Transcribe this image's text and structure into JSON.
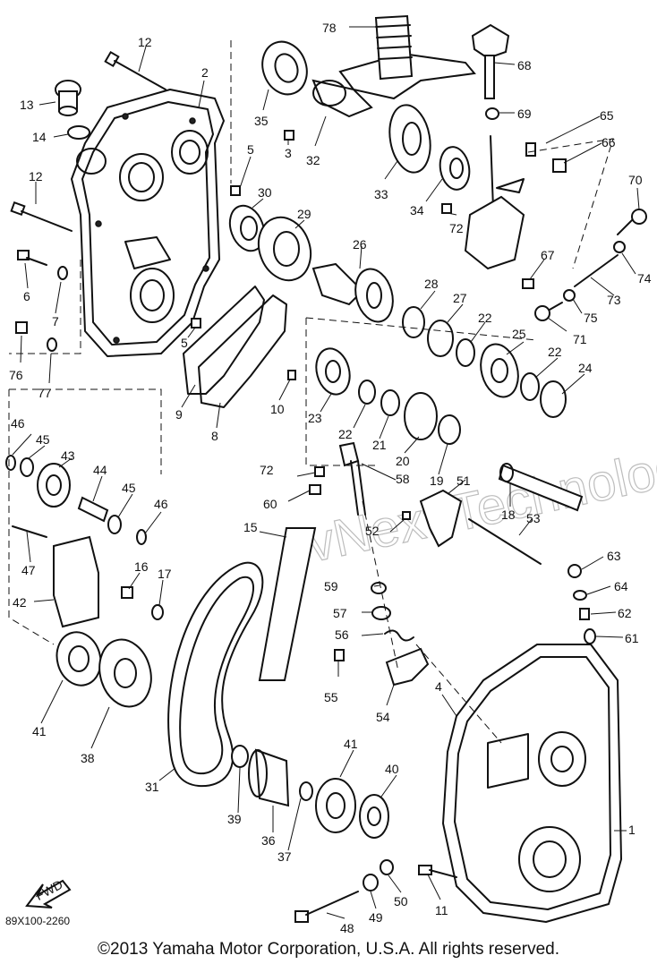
{
  "diagram": {
    "drawing_code": "89X100-2260",
    "fwd_label": "FWD",
    "copyright": "©2013 Yamaha Motor Corporation, U.S.A. All rights reserved.",
    "watermark": "vNext Technologies",
    "callouts": [
      "1",
      "2",
      "3",
      "4",
      "5",
      "5",
      "6",
      "7",
      "8",
      "9",
      "10",
      "11",
      "12",
      "12",
      "13",
      "14",
      "15",
      "16",
      "17",
      "18",
      "19",
      "20",
      "21",
      "22",
      "22",
      "22",
      "23",
      "24",
      "25",
      "26",
      "27",
      "28",
      "29",
      "30",
      "31",
      "32",
      "33",
      "34",
      "35",
      "36",
      "37",
      "38",
      "39",
      "40",
      "41",
      "41",
      "42",
      "43",
      "44",
      "45",
      "45",
      "46",
      "46",
      "47",
      "48",
      "49",
      "50",
      "51",
      "52",
      "53",
      "54",
      "55",
      "56",
      "57",
      "58",
      "59",
      "60",
      "61",
      "62",
      "63",
      "64",
      "65",
      "66",
      "67",
      "68",
      "69",
      "70",
      "71",
      "72",
      "72",
      "73",
      "74",
      "75",
      "76",
      "77",
      "78"
    ]
  }
}
